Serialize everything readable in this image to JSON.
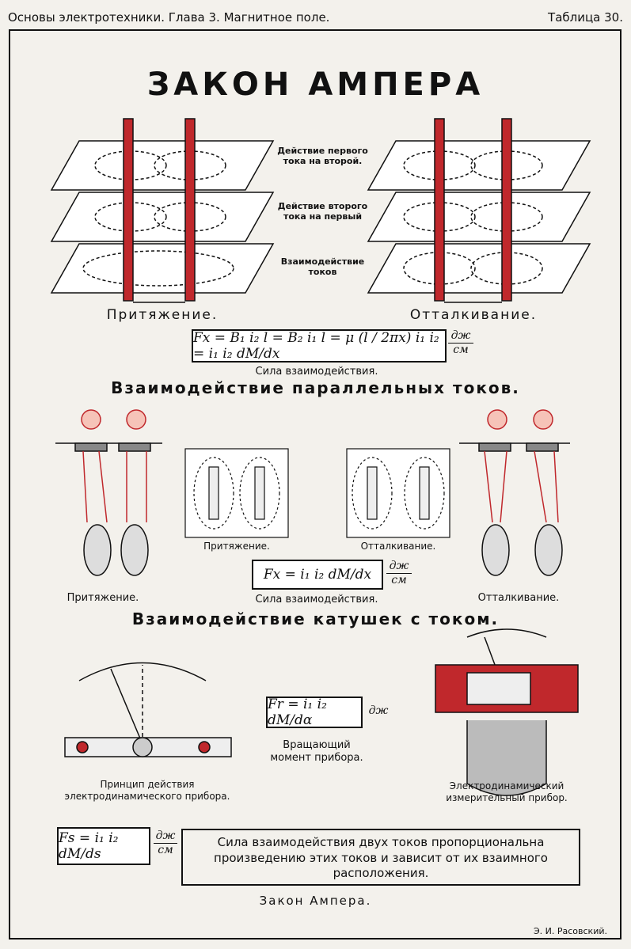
{
  "header": {
    "left": "Основы электротехники. Глава 3. Магнитное поле.",
    "right": "Таблица 30."
  },
  "title": "ЗАКОН АМПЕРА",
  "section1": {
    "labels": {
      "action1": "Действие первого тока на второй.",
      "action2": "Действие второго тока на первый",
      "interaction": "Взаимодействие токов"
    },
    "left_caption": "Притяжение.",
    "right_caption": "Отталкивание.",
    "formula": "Fx = B₁ i₂ l = B₂ i₁ l = μ (l / 2πx) i₁ i₂ = i₁ i₂ dM/dx",
    "unit_top": "дж",
    "unit_bottom": "см",
    "formula_caption": "Сила взаимодействия.",
    "heading": "Взаимодействие параллельных токов."
  },
  "section2": {
    "left_caption": "Притяжение.",
    "right_caption": "Отталкивание.",
    "field_left_caption": "Притяжение.",
    "field_right_caption": "Отталкивание.",
    "formula": "Fx = i₁ i₂ dM/dx",
    "unit_top": "дж",
    "unit_bottom": "см",
    "formula_caption": "Сила взаимодействия.",
    "heading": "Взаимодействие катушек с током."
  },
  "section3": {
    "left_caption": "Принцип действия электродинамического прибора.",
    "formula": "Fr = i₁ i₂ dM/dα",
    "unit": "дж",
    "formula_caption": "Вращающий момент прибора.",
    "right_caption": "Электродинамический измерительный прибор."
  },
  "law": {
    "formula": "Fs = i₁ i₂ dM/ds",
    "unit_top": "дж",
    "unit_bottom": "см",
    "statement": "Сила взаимодействия двух токов пропорциональна произведению этих токов и зависит от их взаимного расположения.",
    "caption": "Закон Ампера."
  },
  "author": "Э. И. Расовский.",
  "colors": {
    "accent_red": "#c0282c",
    "ink": "#111111",
    "paper": "#f3f1ec"
  }
}
